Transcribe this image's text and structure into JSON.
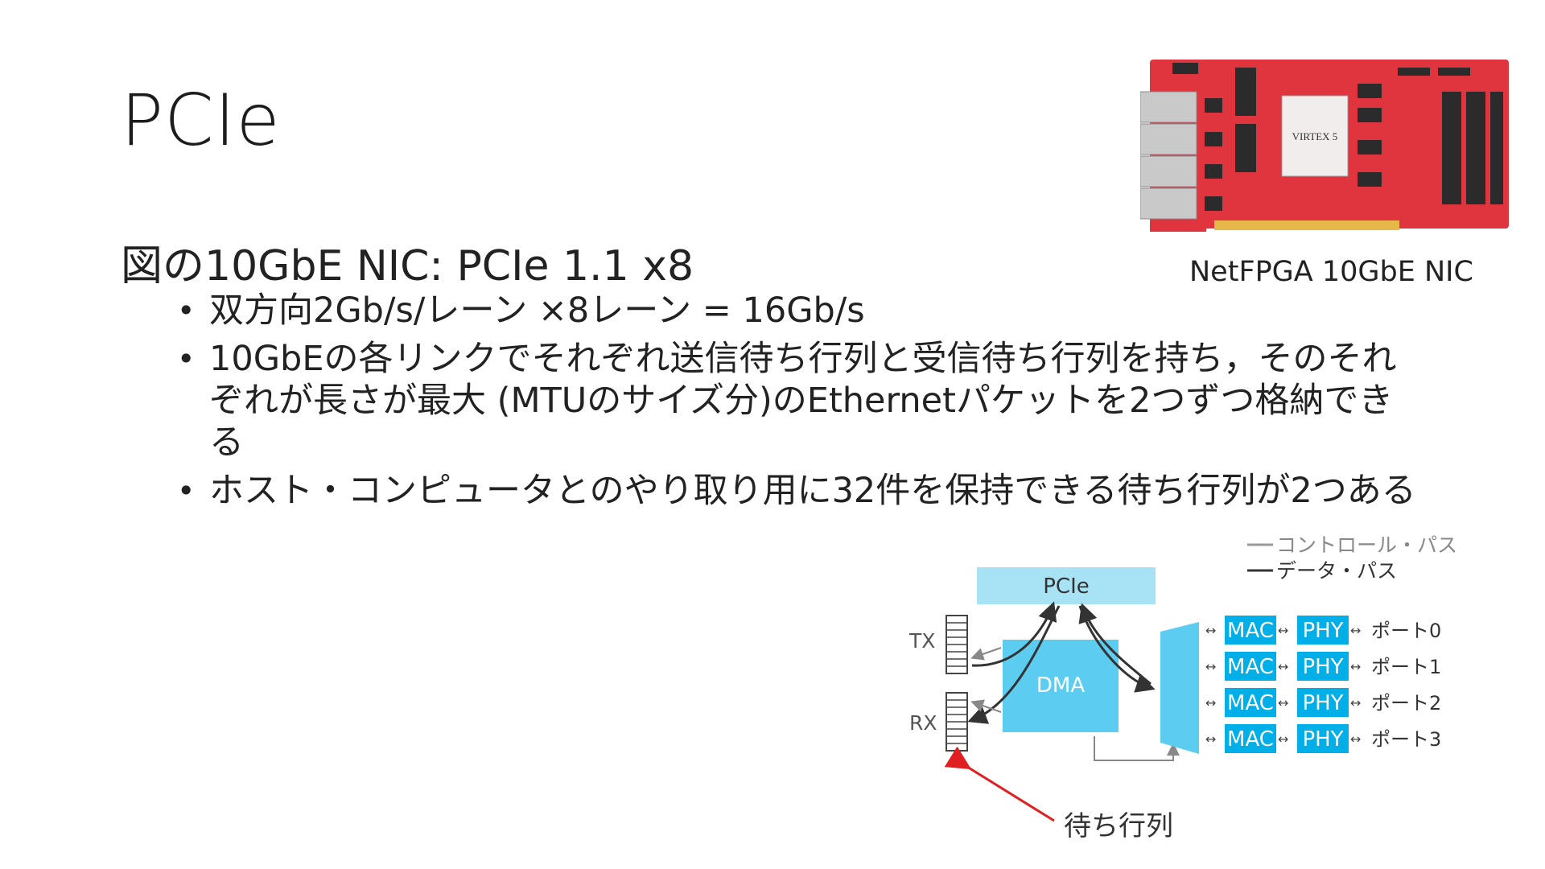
{
  "slide": {
    "title": "PCIe",
    "subtitle": "図の10GbE NIC: PCIe 1.1 x8",
    "bullets": [
      "双方向2Gb/s/レーン ×8レーン = 16Gb/s",
      "10GbEの各リンクでそれぞれ送信待ち行列と受信待ち行列を持ち，そのそれぞれが長さが最大 (MTUのサイズ分)のEthernetパケットを2つずつ格納できる",
      "ホスト・コンピュータとのやり取り用に32件を保持できる待ち行列が2つある"
    ]
  },
  "board": {
    "caption": "NetFPGA 10GbE NIC",
    "chip_text": "VIRTEX 5",
    "colors": {
      "pcb": "#e0343f",
      "chip": "#f1eded"
    }
  },
  "diagram": {
    "legend": {
      "control": "コントロール・パス",
      "data": "データ・パス"
    },
    "pcie_label": "PCIe",
    "dma_label": "DMA",
    "tx_label": "TX",
    "rx_label": "RX",
    "mac_label": "MAC",
    "phy_label": "PHY",
    "ports": [
      "ポート0",
      "ポート1",
      "ポート2",
      "ポート3"
    ],
    "queue_annotation": "待ち行列",
    "colors": {
      "pcie_fill": "#a8e3f5",
      "dma_fill": "#5ccdf0",
      "block_fill": "#00aee8",
      "arrow_red": "#e02020"
    }
  }
}
